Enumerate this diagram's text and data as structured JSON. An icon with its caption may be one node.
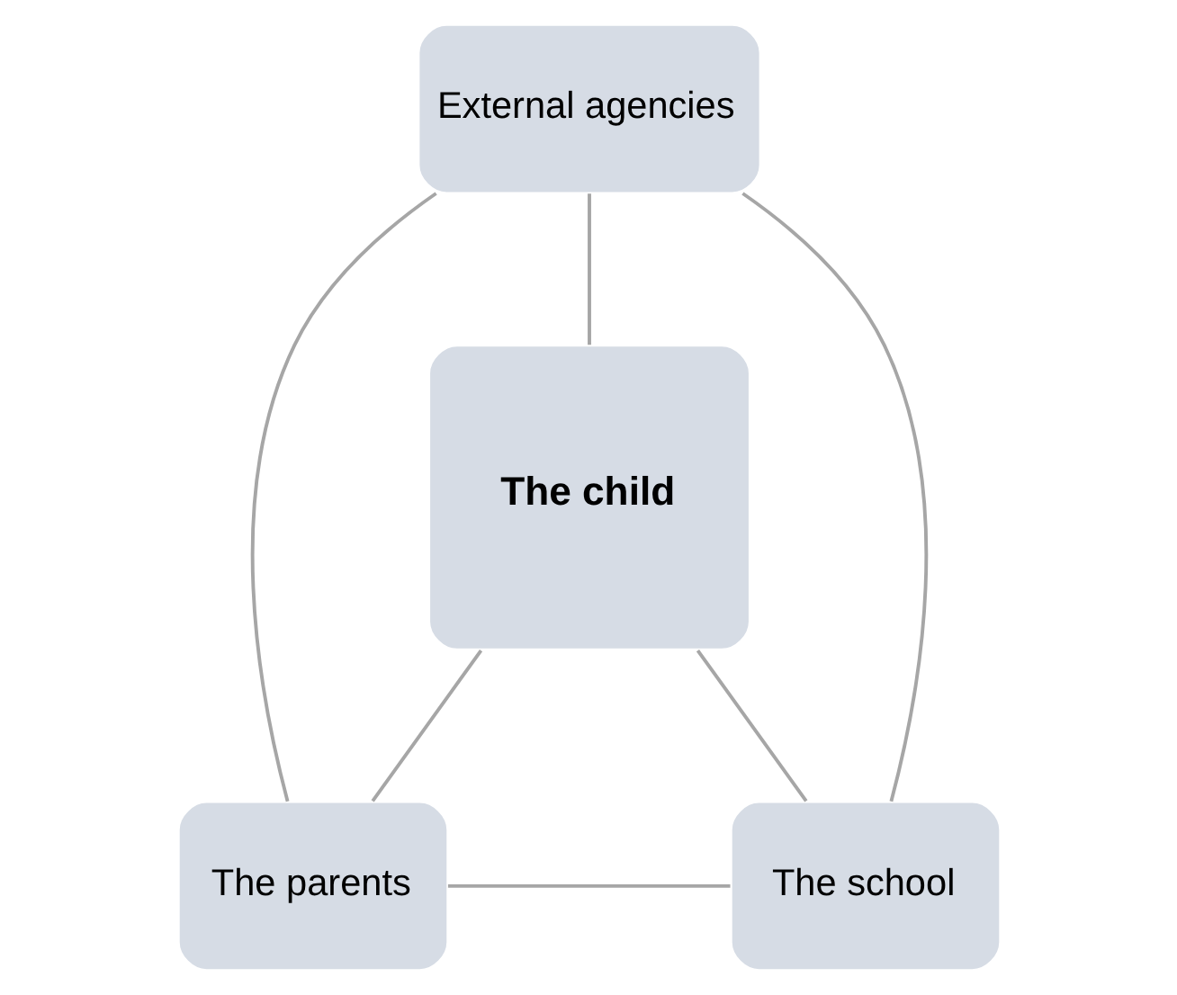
{
  "diagram": {
    "nodes": [
      {
        "text": [
          "External agencies"
        ]
      },
      {
        "text": [
          "The child"
        ]
      },
      {
        "text": [
          "The parents"
        ]
      },
      {
        "text": [
          "The school"
        ]
      }
    ],
    "edges": [
      {
        "from": 0,
        "to": 1,
        "arrow": "none"
      },
      {
        "from": 0,
        "to": 2,
        "arrow": "none"
      },
      {
        "from": 0,
        "to": 3,
        "arrow": "none"
      },
      {
        "from": 1,
        "to": 2,
        "arrow": "none"
      },
      {
        "from": 1,
        "to": 3,
        "arrow": "none"
      },
      {
        "from": 2,
        "to": 3,
        "arrow": "none"
      }
    ]
  }
}
